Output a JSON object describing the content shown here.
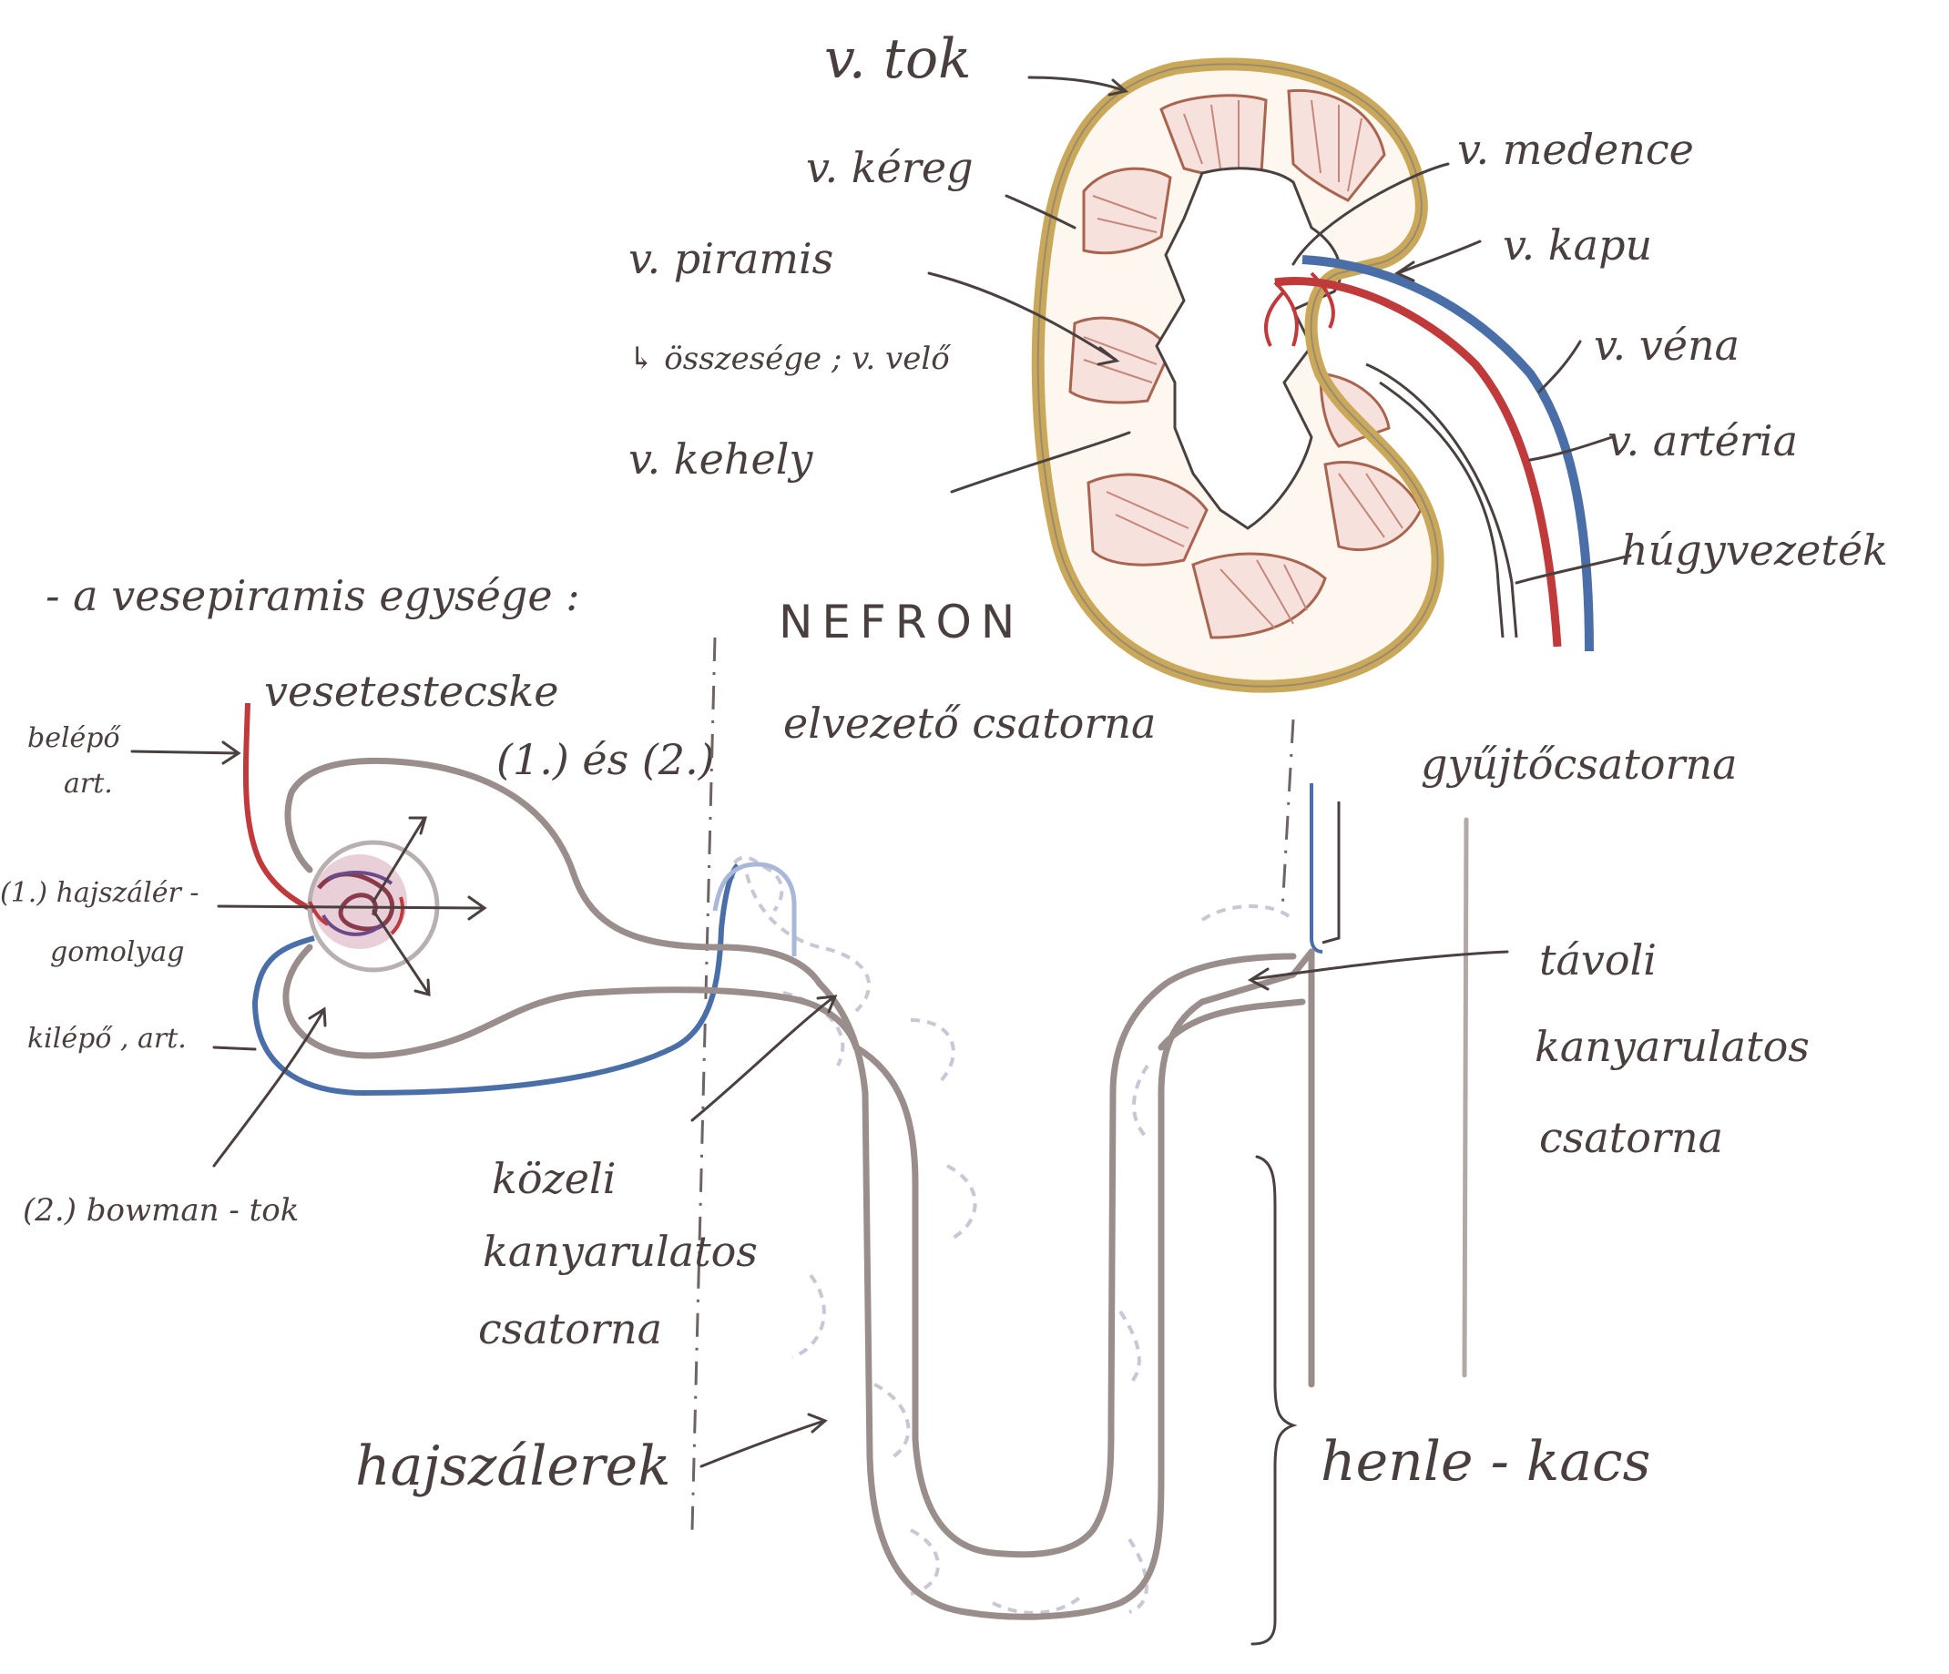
{
  "colors": {
    "capsule": "#c9a85a",
    "artery": "#c0393b",
    "vein": "#4a6fa8",
    "tubule": "#9a8e8c",
    "ink": "#4a3f3f",
    "background": "#ffffff"
  },
  "kidney_labels": {
    "tok": "v. tok",
    "kereg": "v. kéreg",
    "piramis": "v. piramis",
    "osszesege": "↳ összesége ; v. velő",
    "kehely": "v. kehely",
    "medence": "v. medence",
    "kapu": "v. kapu",
    "vena": "v. véna",
    "arteria": "v. artéria",
    "hugyvezetek": "húgyvezeték"
  },
  "nephron_labels": {
    "heading": "- a vesepiramis egysége :",
    "nefron": "NEFRON",
    "vesetestecske": "vesetestecske",
    "egyseg_szamok": "(1.) és (2.)",
    "elvezeto": "elvezető csatorna",
    "gyujto": "gyűjtőcsatorna",
    "belepo_1": "belépő",
    "belepo_2": "art.",
    "hajszaler_1": "(1.) hajszálér -",
    "hajszaler_2": "gomolyag",
    "kilepo": "kilépő , art.",
    "bowman": "(2.) bowman - tok",
    "koreli_1": "közeli",
    "koreli_2": "kanyarulatos",
    "koreli_3": "csatorna",
    "tavoli_1": "távoli",
    "tavoli_2": "kanyarulatos",
    "tavoli_3": "csatorna",
    "hajszalerek": "hajszálerek",
    "henle": "henle - kacs"
  }
}
